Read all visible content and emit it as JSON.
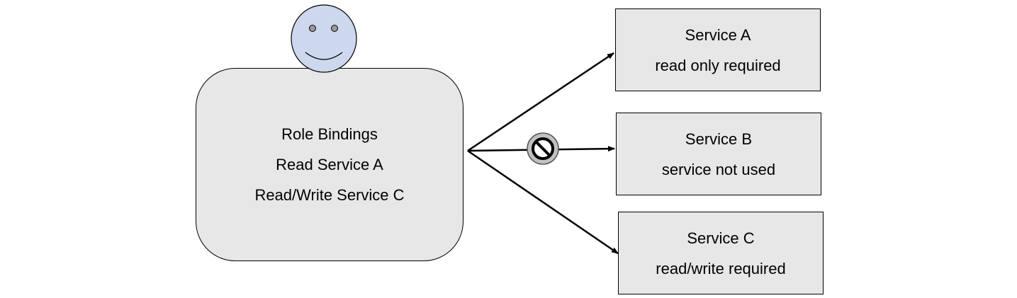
{
  "role": {
    "lines": [
      "Role Bindings",
      "Read Service A",
      "Read/Write Service C"
    ]
  },
  "services": [
    {
      "title": "Service A",
      "desc": "read only required"
    },
    {
      "title": "Service B",
      "desc": "service not used"
    },
    {
      "title": "Service C",
      "desc": "read/write required"
    }
  ],
  "icons": {
    "user": "smiley-face-icon",
    "blocked": "no-entry-icon"
  },
  "colors": {
    "box_fill": "#e7e7e7",
    "face_fill": "#cdd8ee",
    "blocked_fill": "#c0c0c0",
    "line": "#000000"
  }
}
